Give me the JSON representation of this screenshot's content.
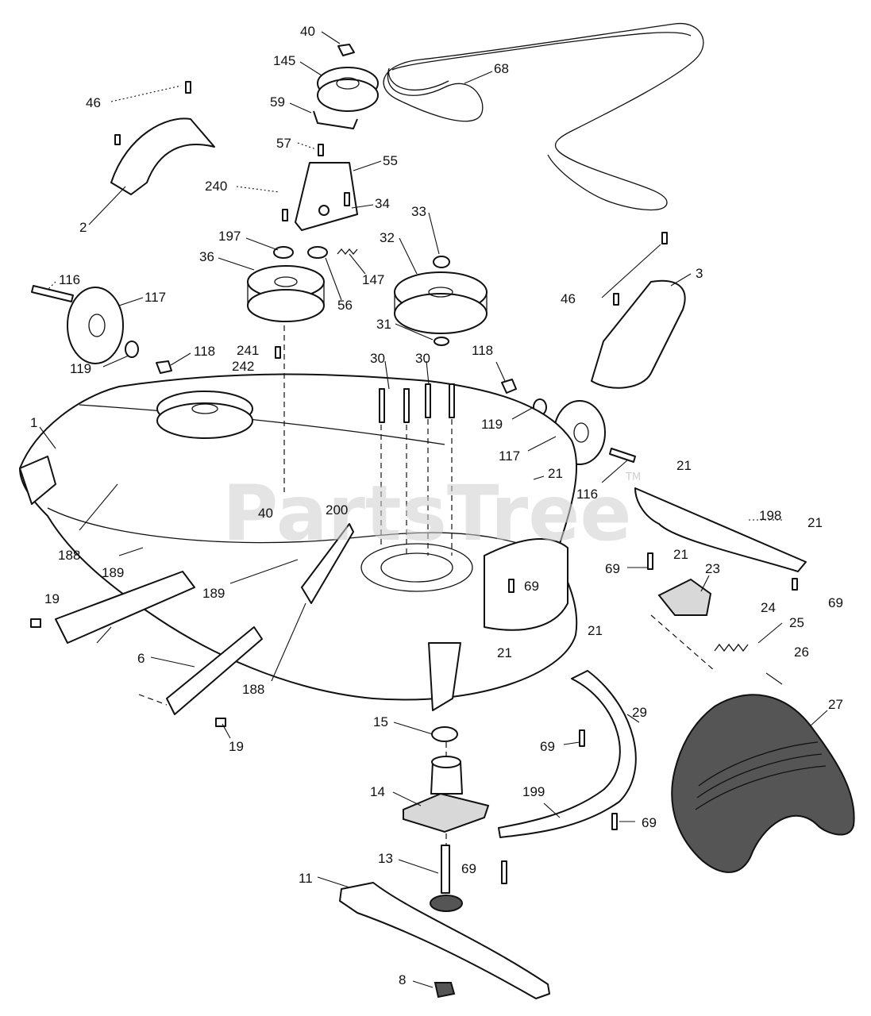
{
  "watermark": {
    "text": "PartsTree",
    "tm": "TM"
  },
  "callouts": [
    {
      "id": "c40a",
      "text": "40"
    },
    {
      "id": "c145",
      "text": "145"
    },
    {
      "id": "c68",
      "text": "68"
    },
    {
      "id": "c46a",
      "text": "46"
    },
    {
      "id": "c59",
      "text": "59"
    },
    {
      "id": "c57",
      "text": "57"
    },
    {
      "id": "c55",
      "text": "55"
    },
    {
      "id": "c2",
      "text": "2"
    },
    {
      "id": "c240",
      "text": "240"
    },
    {
      "id": "c34",
      "text": "34"
    },
    {
      "id": "c33",
      "text": "33"
    },
    {
      "id": "c197",
      "text": "197"
    },
    {
      "id": "c32",
      "text": "32"
    },
    {
      "id": "c36",
      "text": "36"
    },
    {
      "id": "c147",
      "text": "147"
    },
    {
      "id": "c3",
      "text": "3"
    },
    {
      "id": "c116a",
      "text": "116"
    },
    {
      "id": "c117a",
      "text": "117"
    },
    {
      "id": "c46b",
      "text": "46"
    },
    {
      "id": "c56",
      "text": "56"
    },
    {
      "id": "c31",
      "text": "31"
    },
    {
      "id": "c118a",
      "text": "118"
    },
    {
      "id": "c119a",
      "text": "119"
    },
    {
      "id": "c241",
      "text": "241"
    },
    {
      "id": "c242",
      "text": "242"
    },
    {
      "id": "c30a",
      "text": "30"
    },
    {
      "id": "c30b",
      "text": "30"
    },
    {
      "id": "c118b",
      "text": "118"
    },
    {
      "id": "c1",
      "text": "1"
    },
    {
      "id": "c119b",
      "text": "119"
    },
    {
      "id": "c117b",
      "text": "117"
    },
    {
      "id": "c21a",
      "text": "21"
    },
    {
      "id": "c21b",
      "text": "21"
    },
    {
      "id": "c116b",
      "text": "116"
    },
    {
      "id": "c40b",
      "text": "40"
    },
    {
      "id": "c200",
      "text": "200"
    },
    {
      "id": "c198",
      "text": "198"
    },
    {
      "id": "c21c",
      "text": "21"
    },
    {
      "id": "c188a",
      "text": "188"
    },
    {
      "id": "c189a",
      "text": "189"
    },
    {
      "id": "c69a",
      "text": "69"
    },
    {
      "id": "c21d",
      "text": "21"
    },
    {
      "id": "c23",
      "text": "23"
    },
    {
      "id": "c189b",
      "text": "189"
    },
    {
      "id": "c69b",
      "text": "69"
    },
    {
      "id": "c69c",
      "text": "69"
    },
    {
      "id": "c19a",
      "text": "19"
    },
    {
      "id": "c24",
      "text": "24"
    },
    {
      "id": "c25",
      "text": "25"
    },
    {
      "id": "c21e",
      "text": "21"
    },
    {
      "id": "c21f",
      "text": "21"
    },
    {
      "id": "c6",
      "text": "6"
    },
    {
      "id": "c26",
      "text": "26"
    },
    {
      "id": "c188b",
      "text": "188"
    },
    {
      "id": "c27",
      "text": "27"
    },
    {
      "id": "c15",
      "text": "15"
    },
    {
      "id": "c29",
      "text": "29"
    },
    {
      "id": "c19b",
      "text": "19"
    },
    {
      "id": "c69d",
      "text": "69"
    },
    {
      "id": "c14",
      "text": "14"
    },
    {
      "id": "c199",
      "text": "199"
    },
    {
      "id": "c69e",
      "text": "69"
    },
    {
      "id": "c13",
      "text": "13"
    },
    {
      "id": "c69f",
      "text": "69"
    },
    {
      "id": "c11",
      "text": "11"
    },
    {
      "id": "c8",
      "text": "8"
    }
  ]
}
